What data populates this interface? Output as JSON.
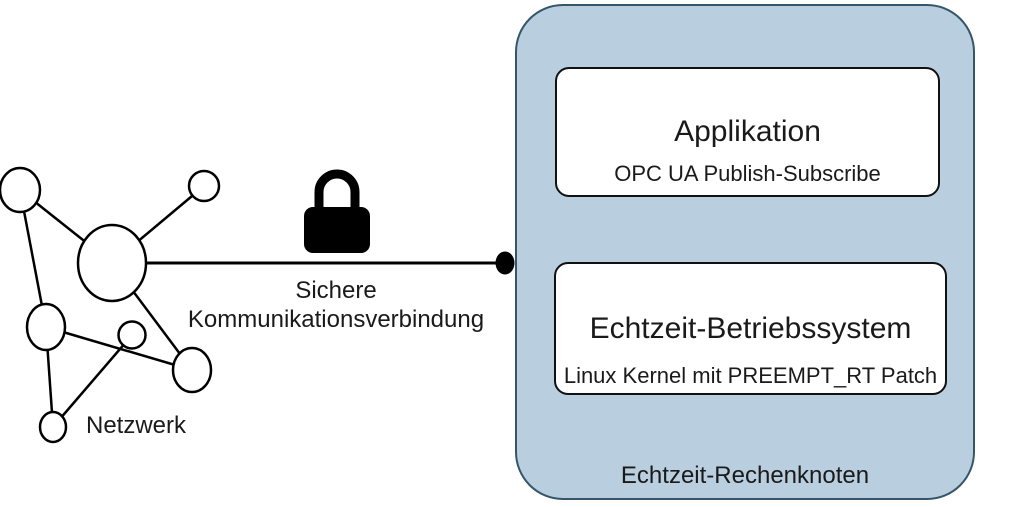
{
  "network": {
    "label": "Netzwerk",
    "node_count": 7
  },
  "connection": {
    "label_line1": "Sichere",
    "label_line2": "Kommunikationsverbindung",
    "icon": "lock-icon"
  },
  "compute_node": {
    "label": "Echtzeit-Rechenknoten",
    "boxes": [
      {
        "title": "Applikation",
        "subtitle": "OPC UA Publish-Subscribe"
      },
      {
        "title": "Echtzeit-Betriebssystem",
        "subtitle": "Linux Kernel mit PREEMPT_RT Patch"
      }
    ]
  },
  "colors": {
    "compute_node_fill": "#b9cfe0",
    "compute_node_border": "#35566a",
    "inner_box_fill": "#ffffff",
    "inner_box_border": "#111111",
    "line": "#000000",
    "text": "#1a1a1a"
  }
}
